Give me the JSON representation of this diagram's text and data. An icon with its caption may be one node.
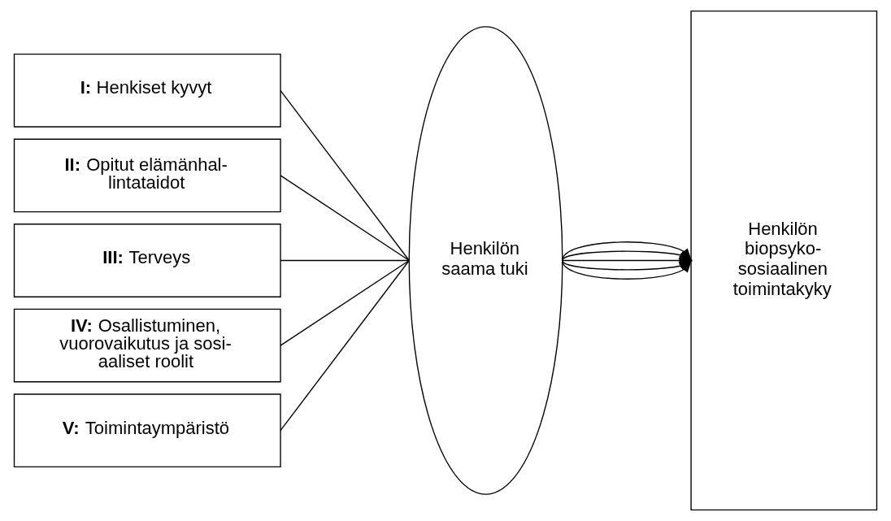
{
  "diagram": {
    "nodes": [
      {
        "text": [
          "**I:** Henkiset kyvyt"
        ]
      },
      {
        "text": [
          "**II:** Opitut elämänhal- lintataidot"
        ]
      },
      {
        "text": [
          "**III:** Terveys"
        ]
      },
      {
        "text": [
          "**IV:** Osallistuminen, vuorovaikutus ja sosi- aaliset roolit"
        ]
      },
      {
        "text": [
          "**V:** Toimintaympäristö"
        ]
      },
      {
        "text": [
          "Henkilön saama tuki"
        ]
      },
      {
        "text": [
          "Henkilön biopsyko- sosiaalinen toimintakyky"
        ]
      }
    ],
    "edges": [
      {
        "from": 0,
        "to": 5,
        "arrow": "none"
      },
      {
        "from": 1,
        "to": 5,
        "arrow": "none"
      },
      {
        "from": 2,
        "to": 5,
        "arrow": "none"
      },
      {
        "from": 3,
        "to": 5,
        "arrow": "none"
      },
      {
        "from": 4,
        "to": 5,
        "arrow": "none"
      },
      {
        "from": 5,
        "to": 6,
        "arrow": "to"
      },
      {
        "from": 5,
        "to": 6,
        "arrow": "to"
      },
      {
        "from": 5,
        "to": 6,
        "arrow": "to"
      },
      {
        "from": 5,
        "to": 6,
        "arrow": "to"
      },
      {
        "from": 5,
        "to": 6,
        "arrow": "to"
      }
    ]
  }
}
